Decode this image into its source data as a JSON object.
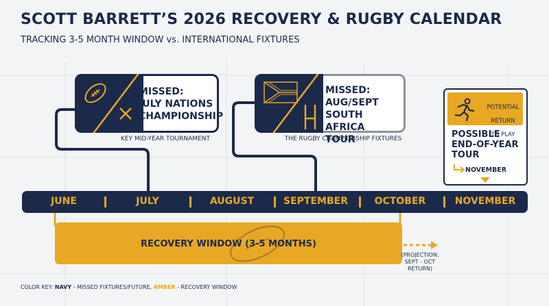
{
  "header": {
    "title": "SCOTT BARRETT’S 2026 RECOVERY & RUGBY CALENDAR",
    "subtitle": "TRACKING 3-5 MONTH WINDOW vs. INTERNATIONAL FIXTURES"
  },
  "fixtures": [
    {
      "status": "MISSED:",
      "name_line1": "JULY NATIONS",
      "name_line2": "CHAMPIONSHIP",
      "caption": "KEY MID-YEAR TOURNAMENT",
      "icons": [
        "rugby-ball-icon",
        "cross-icon"
      ]
    },
    {
      "status": "MISSED:",
      "name_line1": "AUG/SEPT",
      "name_line2": "SOUTH AFRICA",
      "name_line3": "TOUR",
      "caption": "THE RUGBY CHAMPIONSHIP FIXTURES",
      "icons": [
        "south-africa-flag-icon",
        "rugby-posts-icon"
      ]
    }
  ],
  "timeline": {
    "months": [
      "JUNE",
      "JULY",
      "AUGUST",
      "SEPTEMBER",
      "OCTOBER",
      "NOVEMBER"
    ]
  },
  "recovery": {
    "label": "RECOVERY WINDOW (3-5 MONTHS)",
    "projection_line1": "(PROJECTION:",
    "projection_line2": "SEPT - OCT",
    "projection_line3": "RETURN)"
  },
  "potential": {
    "badge_line1": "POTENTIAL",
    "badge_line2": "RETURN",
    "badge_line3": "TO PLAY",
    "headline_line1": "POSSIBLE",
    "headline_line2": "END-OF-YEAR",
    "headline_line3": "TOUR",
    "month": "NOVEMBER",
    "icon": "running-player-icon"
  },
  "legend": {
    "prefix": "COLOR KEY:",
    "navy": "NAVY",
    "navy_desc": "- MISSED FIXTURES/FUTURE,",
    "amber": "AMBER",
    "amber_desc": "- RECOVERY WINDOW"
  },
  "colors": {
    "navy": "#1b2a4a",
    "amber": "#e8a823",
    "grey": "#8c929c",
    "background": "#f3f4f6"
  }
}
